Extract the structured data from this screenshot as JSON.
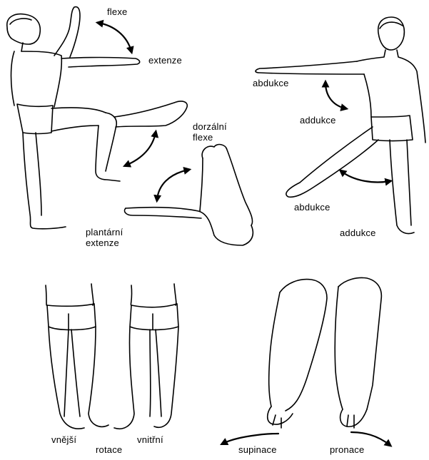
{
  "labels": {
    "flexe": "flexe",
    "extenze": "extenze",
    "dorzalni_flexe": "dorzální\nflexe",
    "plantarni_extenze": "plantární\nextenze",
    "abdukce_arm": "abdukce",
    "addukce_arm": "addukce",
    "abdukce_leg": "abdukce",
    "addukce_leg": "addukce",
    "vnejsi": "vnější",
    "vnitrni": "vnitřní",
    "rotace": "rotace",
    "supinace": "supinace",
    "pronace": "pronace"
  }
}
